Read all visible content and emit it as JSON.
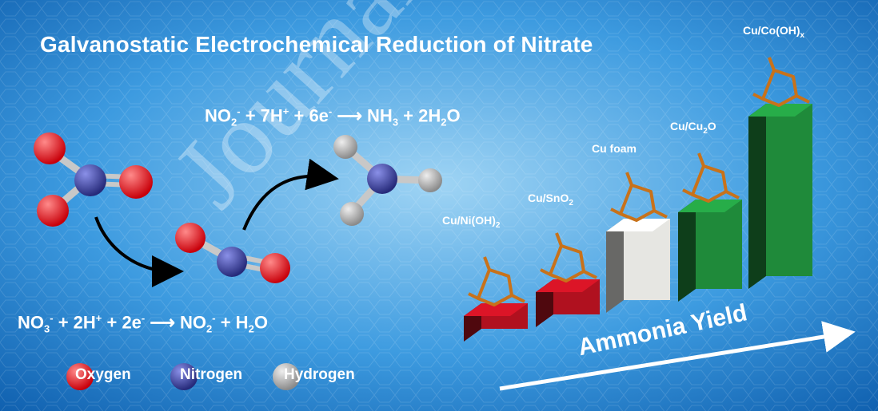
{
  "title": "Galvanostatic Electrochemical Reduction of Nitrate",
  "watermark": "Journal P",
  "equations": {
    "top": {
      "lhs1": "NO",
      "lhs1_sub": "2",
      "lhs1_sup": "-",
      "plus1": " + 7H",
      "h_sup": "+",
      "plus2": " + 6e",
      "e_sup": "-",
      "arrow": " ⟶ ",
      "p1": "NH",
      "p1_sub": "3",
      "plus3": " + 2H",
      "w_sub": "2",
      "p2": "O"
    },
    "bottom": {
      "lhs1": "NO",
      "lhs1_sub": "3",
      "lhs1_sup": "-",
      "plus1": " + 2H",
      "h_sup": "+",
      "plus2": " + 2e",
      "e_sup": "-",
      "arrow": " ⟶ ",
      "p1": "NO",
      "p1_sub": "2",
      "p1_sup": "-",
      "plus3": " + H",
      "w_sub": "2",
      "p2": "O"
    }
  },
  "catalysts": [
    {
      "base": "Cu/Ni(OH)",
      "sub": "2",
      "rank": 1,
      "color": "#b0111f"
    },
    {
      "base": "Cu/SnO",
      "sub": "2",
      "rank": 2,
      "color": "#b0111f"
    },
    {
      "base": "Cu foam",
      "sub": "",
      "rank": 3,
      "color": "#e6e6e2"
    },
    {
      "base": "Cu/Cu",
      "sub": "2",
      "tail": "O",
      "rank": 4,
      "color": "#1f8a3a"
    },
    {
      "base": "Cu/Co(OH)",
      "sub": "x",
      "rank": 5,
      "color": "#1f8a3a"
    }
  ],
  "axis_label": "Ammonia Yield",
  "legend": [
    {
      "letter": "O",
      "rest": "xygen",
      "color": "#e8111a"
    },
    {
      "letter": "N",
      "rest": "itrogen",
      "color": "#3a3f9a"
    },
    {
      "letter": "H",
      "rest": "ydrogen",
      "color": "#a8a8a8"
    }
  ],
  "colors": {
    "oxygen": "#e8111a",
    "nitrogen": "#3a3f9a",
    "hydrogen": "#a8a8a8",
    "bond": "#c8c8c8",
    "background": "#2f8ed6"
  }
}
